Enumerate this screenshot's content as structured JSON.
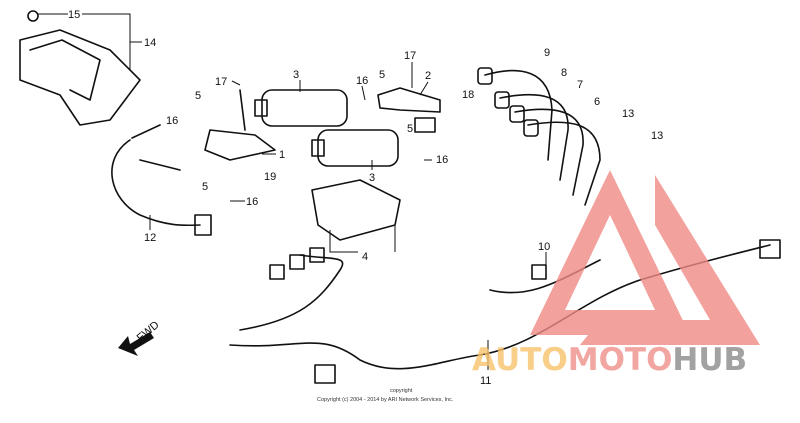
{
  "diagram": {
    "callouts": {
      "c15": "15",
      "c14": "14",
      "c17a": "17",
      "c3a": "3",
      "c16a": "16",
      "c5a": "5",
      "c17b": "17",
      "c2": "2",
      "c9": "9",
      "c8": "8",
      "c7": "7",
      "c6": "6",
      "c13a": "13",
      "c13b": "13",
      "c18": "18",
      "c5b": "5",
      "c16b": "16",
      "c1": "1",
      "c19": "19",
      "c5c": "5",
      "c16c": "16",
      "c3b": "3",
      "c5d": "5",
      "c16d": "16",
      "c12": "12",
      "c4": "4",
      "c10": "10",
      "c11": "11"
    },
    "direction_label": "FWD",
    "copyright": "Copyright (c) 2004 - 2014 by ARI Network Services, Inc.",
    "copyright_small": "copyright"
  },
  "watermark": {
    "part1": "AUTO",
    "part2": "MOTO",
    "part3": "HUB",
    "colors": {
      "auto": "#f7c26b",
      "moto": "#f0908a",
      "hub": "#8c8c8c",
      "triangle": "#f08a84"
    }
  }
}
